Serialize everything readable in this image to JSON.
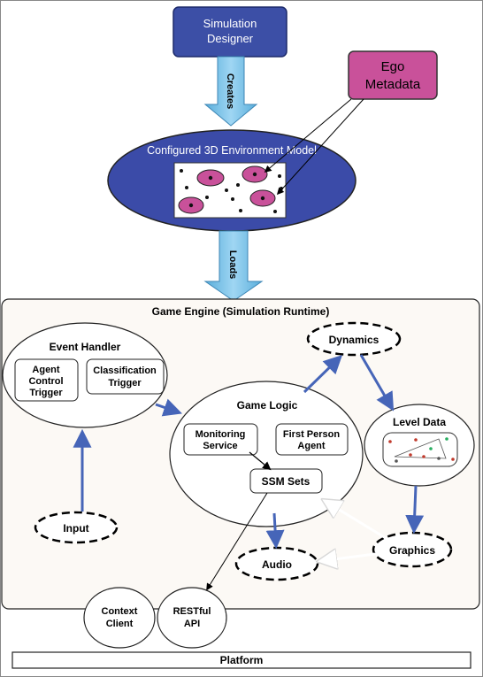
{
  "nodes": {
    "simulation_designer": [
      "Simulation",
      "Designer"
    ],
    "ego_metadata": [
      "Ego",
      "Metadata"
    ],
    "configured_model": "Configured 3D Environment Model",
    "game_engine": "Game Engine (Simulation Runtime)",
    "event_handler": "Event Handler",
    "agent_control_trigger": [
      "Agent",
      "Control",
      "Trigger"
    ],
    "classification_trigger": [
      "Classification",
      "Trigger"
    ],
    "dynamics": "Dynamics",
    "game_logic": "Game Logic",
    "monitoring_service": [
      "Monitoring",
      "Service"
    ],
    "first_person_agent": [
      "First Person",
      "Agent"
    ],
    "ssm_sets": "SSM Sets",
    "level_data": "Level Data",
    "input": "Input",
    "audio": "Audio",
    "graphics": "Graphics",
    "context_client": [
      "Context",
      "Client"
    ],
    "restful_api": [
      "RESTful",
      "API"
    ],
    "platform": "Platform"
  },
  "arrows": {
    "creates": "Creates",
    "loads": "Loads"
  },
  "colors": {
    "designer_fill": "#3c4fa6",
    "ego_fill": "#c9519a",
    "model_fill": "#3b4ba8",
    "down_arrow_fill": "#7cc3ea",
    "edge_blue": "#4665b8",
    "engine_fill": "#fcf9f5"
  }
}
